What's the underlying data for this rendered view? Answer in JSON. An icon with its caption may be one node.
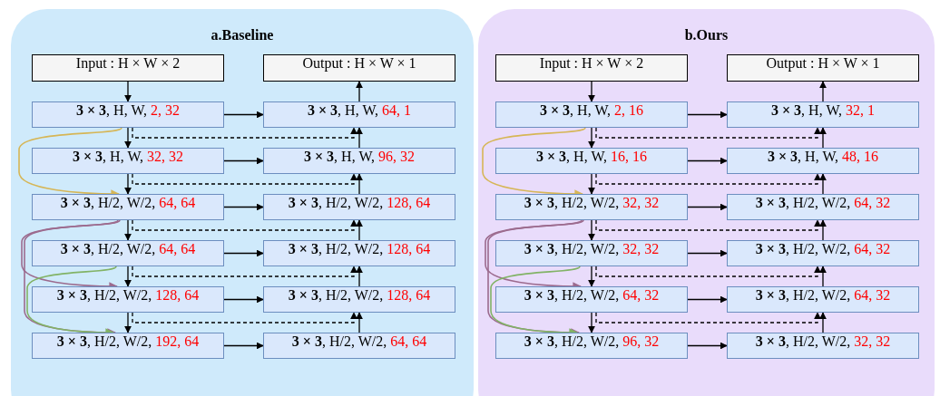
{
  "diagram": {
    "nodes": [
      {
        "text": [
          "a.Baseline"
        ]
      },
      {
        "text": [
          "Input : H × W × 2"
        ],
        "in": 0
      },
      {
        "text": [
          "Output : H × W × 1"
        ],
        "in": 0
      },
      {
        "text": [
          "**3 × 3**, H, W, 2, 32"
        ],
        "in": 0
      },
      {
        "text": [
          "**3 × 3**, H, W, 64, 1"
        ],
        "in": 0
      },
      {
        "text": [
          "**3 × 3**, H, W, 32, 32"
        ],
        "in": 0
      },
      {
        "text": [
          "**3 × 3**, H, W, 96, 32"
        ],
        "in": 0
      },
      {
        "text": [
          "**3 × 3**, H/2, W/2, 64, 64"
        ],
        "in": 0
      },
      {
        "text": [
          "**3 × 3**, H/2, W/2, 128, 64"
        ],
        "in": 0
      },
      {
        "text": [
          "**3 × 3**, H/2, W/2, 64, 64"
        ],
        "in": 0
      },
      {
        "text": [
          "**3 × 3**, H/2, W/2, 128, 64"
        ],
        "in": 0
      },
      {
        "text": [
          "**3 × 3**, H/2, W/2, 128, 64"
        ],
        "in": 0
      },
      {
        "text": [
          "**3 × 3**, H/2, W/2, 128, 64"
        ],
        "in": 0
      },
      {
        "text": [
          "**3 × 3**, H/2, W/2, 192, 64"
        ],
        "in": 0
      },
      {
        "text": [
          "**3 × 3**, H/2, W/2, 64, 64"
        ],
        "in": 0
      },
      {
        "text": [
          "b.Ours"
        ]
      },
      {
        "text": [
          "Input : H × W × 2"
        ],
        "in": 15
      },
      {
        "text": [
          "Output : H × W × 1"
        ],
        "in": 15
      },
      {
        "text": [
          "**3 × 3**, H, W, 2, 16"
        ],
        "in": 15
      },
      {
        "text": [
          "**3 × 3**, H, W, 32, 1"
        ],
        "in": 15
      },
      {
        "text": [
          "**3 × 3**, H, W, 16, 16"
        ],
        "in": 15
      },
      {
        "text": [
          "**3 × 3**, H, W, 48, 16"
        ],
        "in": 15
      },
      {
        "text": [
          "**3 × 3**, H/2, W/2, 32, 32"
        ],
        "in": 15
      },
      {
        "text": [
          "**3 × 3**, H/2, W/2, 64, 32"
        ],
        "in": 15
      },
      {
        "text": [
          "**3 × 3**, H/2, W/2, 32, 32"
        ],
        "in": 15
      },
      {
        "text": [
          "**3 × 3**, H/2, W/2, 64, 32"
        ],
        "in": 15
      },
      {
        "text": [
          "**3 × 3**, H/2, W/2, 64, 32"
        ],
        "in": 15
      },
      {
        "text": [
          "**3 × 3**, H/2, W/2, 64, 32"
        ],
        "in": 15
      },
      {
        "text": [
          "**3 × 3**, H/2, W/2, 96, 32"
        ],
        "in": 15
      },
      {
        "text": [
          "**3 × 3**, H/2, W/2, 32, 32"
        ],
        "in": 15
      }
    ],
    "edges": [
      {
        "from": 1,
        "to": 3,
        "arrow": "to"
      },
      {
        "from": 3,
        "to": 5,
        "arrow": "to"
      },
      {
        "from": 5,
        "to": 7,
        "arrow": "to"
      },
      {
        "from": 7,
        "to": 9,
        "arrow": "to"
      },
      {
        "from": 9,
        "to": 11,
        "arrow": "to"
      },
      {
        "from": 11,
        "to": 13,
        "arrow": "to"
      },
      {
        "from": 3,
        "to": 4,
        "arrow": "to"
      },
      {
        "from": 5,
        "to": 6,
        "arrow": "to"
      },
      {
        "from": 7,
        "to": 8,
        "arrow": "to"
      },
      {
        "from": 9,
        "to": 10,
        "arrow": "to"
      },
      {
        "from": 11,
        "to": 12,
        "arrow": "to"
      },
      {
        "from": 13,
        "to": 14,
        "arrow": "to"
      },
      {
        "from": 14,
        "to": 12,
        "arrow": "to"
      },
      {
        "from": 12,
        "to": 10,
        "arrow": "to"
      },
      {
        "from": 10,
        "to": 8,
        "arrow": "to"
      },
      {
        "from": 8,
        "to": 6,
        "arrow": "to"
      },
      {
        "from": 6,
        "to": 4,
        "arrow": "to"
      },
      {
        "from": 4,
        "to": 2,
        "arrow": "to"
      },
      {
        "from": 3,
        "to": 4,
        "arrow": "to",
        "style": "dashed"
      },
      {
        "from": 5,
        "to": 6,
        "arrow": "to",
        "style": "dashed"
      },
      {
        "from": 7,
        "to": 8,
        "arrow": "to",
        "style": "dashed"
      },
      {
        "from": 9,
        "to": 10,
        "arrow": "to",
        "style": "dashed"
      },
      {
        "from": 11,
        "to": 12,
        "arrow": "to",
        "style": "dashed"
      },
      {
        "from": 3,
        "to": 7,
        "arrow": "to",
        "color": "#d6b656"
      },
      {
        "from": 7,
        "to": 11,
        "arrow": "to",
        "color": "#9c6b8e"
      },
      {
        "from": 7,
        "to": 13,
        "arrow": "to",
        "color": "#9c6b8e"
      },
      {
        "from": 9,
        "to": 13,
        "arrow": "to",
        "color": "#82b366"
      },
      {
        "from": 16,
        "to": 18,
        "arrow": "to"
      },
      {
        "from": 18,
        "to": 20,
        "arrow": "to"
      },
      {
        "from": 20,
        "to": 22,
        "arrow": "to"
      },
      {
        "from": 22,
        "to": 24,
        "arrow": "to"
      },
      {
        "from": 24,
        "to": 26,
        "arrow": "to"
      },
      {
        "from": 26,
        "to": 28,
        "arrow": "to"
      },
      {
        "from": 18,
        "to": 19,
        "arrow": "to"
      },
      {
        "from": 20,
        "to": 21,
        "arrow": "to"
      },
      {
        "from": 22,
        "to": 23,
        "arrow": "to"
      },
      {
        "from": 24,
        "to": 25,
        "arrow": "to"
      },
      {
        "from": 26,
        "to": 27,
        "arrow": "to"
      },
      {
        "from": 28,
        "to": 29,
        "arrow": "to"
      },
      {
        "from": 29,
        "to": 27,
        "arrow": "to"
      },
      {
        "from": 27,
        "to": 25,
        "arrow": "to"
      },
      {
        "from": 25,
        "to": 23,
        "arrow": "to"
      },
      {
        "from": 23,
        "to": 21,
        "arrow": "to"
      },
      {
        "from": 21,
        "to": 19,
        "arrow": "to"
      },
      {
        "from": 19,
        "to": 17,
        "arrow": "to"
      },
      {
        "from": 18,
        "to": 19,
        "arrow": "to",
        "style": "dashed"
      },
      {
        "from": 20,
        "to": 21,
        "arrow": "to",
        "style": "dashed"
      },
      {
        "from": 22,
        "to": 23,
        "arrow": "to",
        "style": "dashed"
      },
      {
        "from": 24,
        "to": 25,
        "arrow": "to",
        "style": "dashed"
      },
      {
        "from": 26,
        "to": 27,
        "arrow": "to",
        "style": "dashed"
      },
      {
        "from": 18,
        "to": 22,
        "arrow": "to",
        "color": "#d6b656"
      },
      {
        "from": 22,
        "to": 26,
        "arrow": "to",
        "color": "#9c6b8e"
      },
      {
        "from": 22,
        "to": 28,
        "arrow": "to",
        "color": "#9c6b8e"
      },
      {
        "from": 24,
        "to": 28,
        "arrow": "to",
        "color": "#82b366"
      }
    ]
  }
}
